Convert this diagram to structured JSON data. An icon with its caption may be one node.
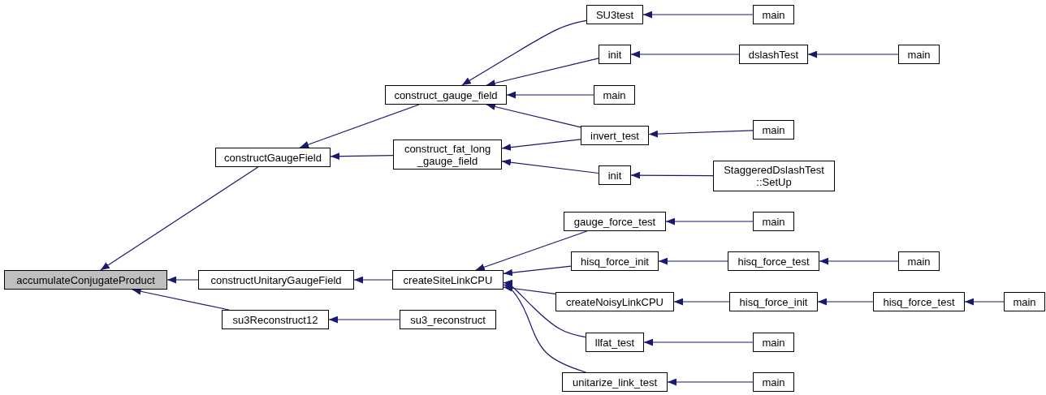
{
  "diagram": {
    "nodes": [
      {
        "text": [
          "accumulateConjugateProduct"
        ]
      },
      {
        "text": [
          "constructGaugeField"
        ]
      },
      {
        "text": [
          "constructUnitaryGaugeField"
        ]
      },
      {
        "text": [
          "su3Reconstruct12"
        ]
      },
      {
        "text": [
          "construct_gauge_field"
        ]
      },
      {
        "text": [
          "construct_fat_long _gauge_field"
        ]
      },
      {
        "text": [
          "createSiteLinkCPU"
        ]
      },
      {
        "text": [
          "su3_reconstruct"
        ]
      },
      {
        "text": [
          "SU3test"
        ]
      },
      {
        "text": [
          "init"
        ]
      },
      {
        "text": [
          "main"
        ]
      },
      {
        "text": [
          "invert_test"
        ]
      },
      {
        "text": [
          "init"
        ]
      },
      {
        "text": [
          "gauge_force_test"
        ]
      },
      {
        "text": [
          "hisq_force_init"
        ]
      },
      {
        "text": [
          "createNoisyLinkCPU"
        ]
      },
      {
        "text": [
          "llfat_test"
        ]
      },
      {
        "text": [
          "unitarize_link_test"
        ]
      },
      {
        "text": [
          "main"
        ]
      },
      {
        "text": [
          "dslashTest"
        ]
      },
      {
        "text": [
          "main"
        ]
      },
      {
        "text": [
          "StaggeredDslashTest ::SetUp"
        ]
      },
      {
        "text": [
          "main"
        ]
      },
      {
        "text": [
          "hisq_force_test"
        ]
      },
      {
        "text": [
          "hisq_force_init"
        ]
      },
      {
        "text": [
          "main"
        ]
      },
      {
        "text": [
          "main"
        ]
      },
      {
        "text": [
          "main"
        ]
      },
      {
        "text": [
          "main"
        ]
      },
      {
        "text": [
          "hisq_force_test"
        ]
      },
      {
        "text": [
          "main"
        ]
      }
    ],
    "edges": [
      {
        "from": 1,
        "to": 0,
        "arrow": "to"
      },
      {
        "from": 2,
        "to": 0,
        "arrow": "to"
      },
      {
        "from": 3,
        "to": 0,
        "arrow": "to"
      },
      {
        "from": 4,
        "to": 1,
        "arrow": "to"
      },
      {
        "from": 5,
        "to": 1,
        "arrow": "to"
      },
      {
        "from": 6,
        "to": 2,
        "arrow": "to"
      },
      {
        "from": 7,
        "to": 3,
        "arrow": "to"
      },
      {
        "from": 8,
        "to": 4,
        "arrow": "to"
      },
      {
        "from": 9,
        "to": 4,
        "arrow": "to"
      },
      {
        "from": 10,
        "to": 4,
        "arrow": "to"
      },
      {
        "from": 11,
        "to": 4,
        "arrow": "to"
      },
      {
        "from": 11,
        "to": 5,
        "arrow": "to"
      },
      {
        "from": 12,
        "to": 5,
        "arrow": "to"
      },
      {
        "from": 13,
        "to": 6,
        "arrow": "to"
      },
      {
        "from": 14,
        "to": 6,
        "arrow": "to"
      },
      {
        "from": 15,
        "to": 6,
        "arrow": "to"
      },
      {
        "from": 16,
        "to": 6,
        "arrow": "to"
      },
      {
        "from": 17,
        "to": 6,
        "arrow": "to"
      },
      {
        "from": 18,
        "to": 8,
        "arrow": "to"
      },
      {
        "from": 19,
        "to": 9,
        "arrow": "to"
      },
      {
        "from": 27,
        "to": 19,
        "arrow": "to"
      },
      {
        "from": 20,
        "to": 11,
        "arrow": "to"
      },
      {
        "from": 21,
        "to": 12,
        "arrow": "to"
      },
      {
        "from": 22,
        "to": 13,
        "arrow": "to"
      },
      {
        "from": 23,
        "to": 14,
        "arrow": "to"
      },
      {
        "from": 28,
        "to": 23,
        "arrow": "to"
      },
      {
        "from": 24,
        "to": 15,
        "arrow": "to"
      },
      {
        "from": 29,
        "to": 24,
        "arrow": "to"
      },
      {
        "from": 30,
        "to": 29,
        "arrow": "to"
      },
      {
        "from": 25,
        "to": 16,
        "arrow": "to"
      },
      {
        "from": 26,
        "to": 17,
        "arrow": "to"
      }
    ]
  }
}
